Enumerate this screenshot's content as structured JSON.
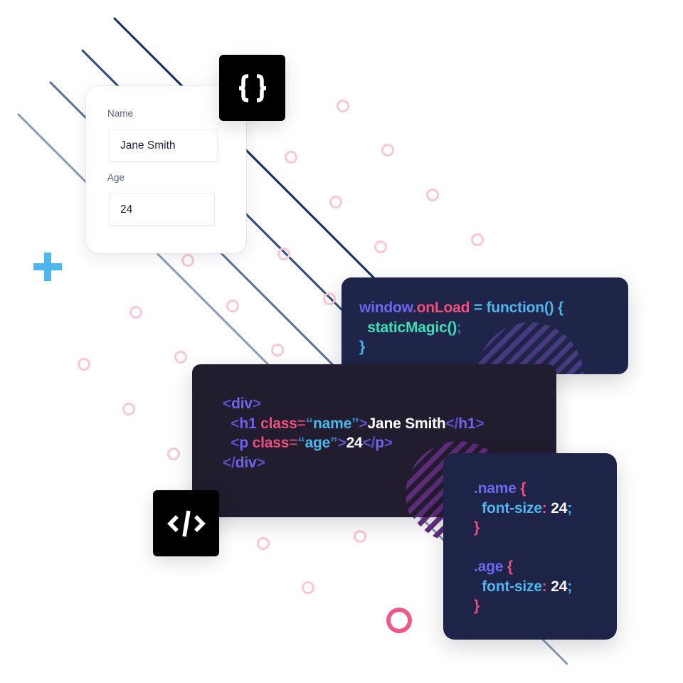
{
  "form": {
    "name_label": "Name",
    "name_value": "Jane Smith",
    "age_label": "Age",
    "age_value": "24"
  },
  "icons": {
    "braces": "curly-braces-icon",
    "code": "code-tag-icon",
    "plus": "plus-icon"
  },
  "js_snippet": {
    "line1": {
      "obj": "window",
      "dot": ".",
      "prop": "onLoad",
      "eq": " = ",
      "fn": "function() {"
    },
    "line2": {
      "indent": "  ",
      "call": "staticMagic()",
      "semi": ";"
    },
    "line3": {
      "close": "}"
    }
  },
  "html_snippet": {
    "open_div": {
      "lt": "<",
      "tag": "div",
      "gt": ">"
    },
    "h1": {
      "indent": "  ",
      "lt": "<",
      "tag": "h1",
      "attr": " class",
      "eq": "=",
      "q1": "“",
      "val": "name",
      "q2": "”",
      "gt": ">",
      "text": "Jane Smith",
      "close_lt": "</",
      "close_tag": "h1",
      "close_gt": ">"
    },
    "p": {
      "indent": "  ",
      "lt": "<",
      "tag": "p",
      "attr": " class",
      "eq": "=",
      "q1": "“",
      "val": "age",
      "q2": "”",
      "gt": ">",
      "text": "24",
      "close_lt": "</",
      "close_tag": "p",
      "close_gt": ">"
    },
    "close_div": {
      "lt": "</",
      "tag": "div",
      "gt": ">"
    }
  },
  "css_snippet": {
    "rule1": {
      "selector": ".name",
      "open": " {",
      "prop": "  font-size",
      "colon": ":",
      "value": " 24",
      "semi": ";",
      "close": "}"
    },
    "rule2": {
      "selector": ".age",
      "open": " {",
      "prop": "  font-size",
      "colon": ":",
      "value": " 24",
      "semi": ";",
      "close": "}"
    }
  },
  "colors": {
    "accent_blue": "#4db6ef",
    "accent_pink": "#ef4f7c",
    "accent_purple": "#6f65f0",
    "accent_teal": "#3fe0b8",
    "dot_pink": "#f9c7d8",
    "ring_pink": "#f0578a",
    "line_dark": "#0b2a62"
  }
}
